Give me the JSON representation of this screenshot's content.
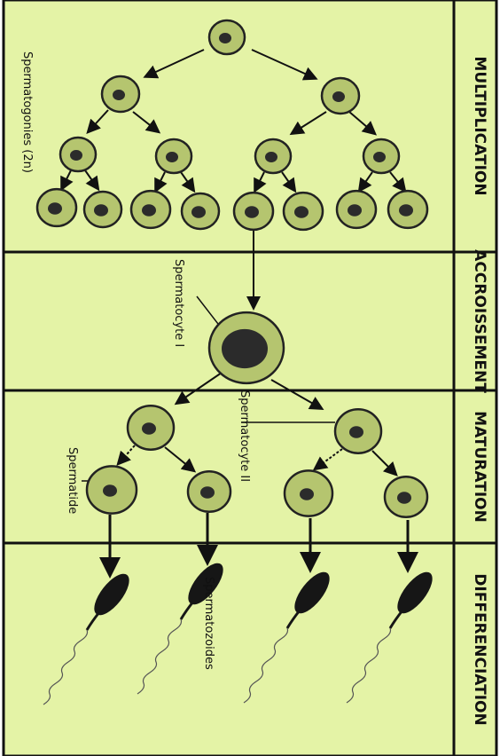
{
  "phases": [
    {
      "id": "multiplication",
      "label": "MULTIPLICATION"
    },
    {
      "id": "accroissement",
      "label": "ACCROISSEMENT"
    },
    {
      "id": "maturation",
      "label": "MATURATION"
    },
    {
      "id": "differenciation",
      "label": "DIFFERENCIATION"
    }
  ],
  "labels": {
    "spermatogonies": "Spermatogonies (2n)",
    "spermatocyte_1": "Spermatocyte I",
    "spermatocyte_2": "Spermatocyte II",
    "spermatide": "Spermatide",
    "spermatozoides": "Spermatozoides"
  },
  "colors": {
    "background": "#e4f3a6",
    "line": "#111111",
    "cell_fill": "#b5c56f",
    "cell_outline": "#222222",
    "nucleus": "#2b2b2b",
    "sperm": "#161616"
  }
}
